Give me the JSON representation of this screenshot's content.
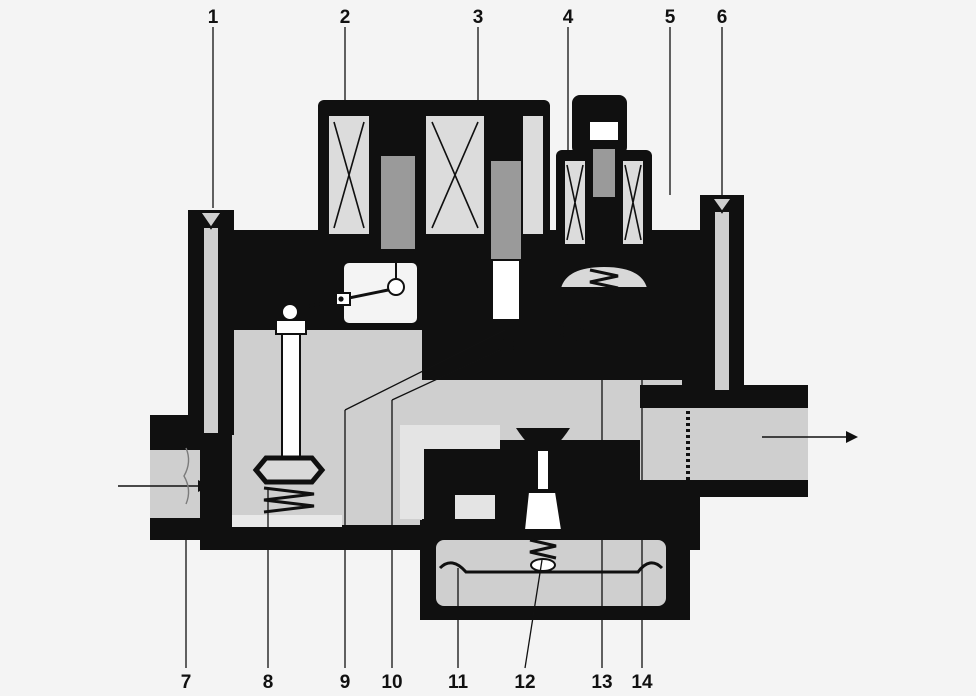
{
  "diagram": {
    "callouts_top": [
      {
        "id": "1",
        "label": "1"
      },
      {
        "id": "2",
        "label": "2"
      },
      {
        "id": "3",
        "label": "3"
      },
      {
        "id": "4",
        "label": "4"
      },
      {
        "id": "5",
        "label": "5"
      },
      {
        "id": "6",
        "label": "6"
      }
    ],
    "callouts_bottom": [
      {
        "id": "7",
        "label": "7"
      },
      {
        "id": "8",
        "label": "8"
      },
      {
        "id": "9",
        "label": "9"
      },
      {
        "id": "10",
        "label": "10"
      },
      {
        "id": "11",
        "label": "11"
      },
      {
        "id": "12",
        "label": "12"
      },
      {
        "id": "13",
        "label": "13"
      },
      {
        "id": "14",
        "label": "14"
      }
    ],
    "colors": {
      "body": "#101010",
      "gas_channel": "#cfcfcf",
      "background": "#f4f4f4"
    }
  }
}
